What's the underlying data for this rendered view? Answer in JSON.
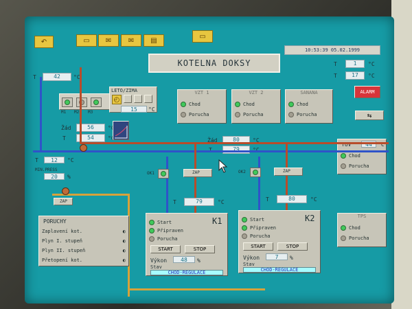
{
  "title": "KOTELNA DOKSY",
  "clock": "10:53:39 05.02.1999",
  "toolbar": {
    "icons": [
      "return-icon",
      "folder-icon",
      "mail-icon",
      "envelope-icon",
      "printer-icon",
      "monitor-icon"
    ]
  },
  "temps": {
    "top_left_t": "42",
    "outdoor_1": "1",
    "outdoor_2": "17",
    "summer_winter_label": "LETO/ZIMA",
    "summer_winter_value": "15",
    "set_temp": "56",
    "actual_temp": "54",
    "set_temp_2": "80",
    "actual_temp_2": "79",
    "left_pipe": "12",
    "min_press_label": "MIN.PRESS",
    "min_press_value": "20",
    "k1_pipe_temp": "79",
    "k2_pipe_temp": "80"
  },
  "labels": {
    "t": "T",
    "zad": "Žád",
    "c": "°C",
    "percent": "%",
    "m1": "M1",
    "m2": "M2",
    "m3": "M3",
    "ok1": "OK1",
    "ok2": "OK2",
    "k1_label": "K1",
    "k2_label": "K2",
    "zap": "ZAP",
    "start": "START",
    "stop": "STOP",
    "vykon": "Výkon",
    "stav": "Stav"
  },
  "status_panels": [
    {
      "title": "VZT 1",
      "items": [
        "Chod",
        "Porucha"
      ]
    },
    {
      "title": "VZT 2",
      "items": [
        "Chod",
        "Porucha"
      ]
    },
    {
      "title": "SANANA",
      "items": [
        "Chod",
        "Porucha"
      ]
    },
    {
      "title": "TUV",
      "value": "44",
      "items": [
        "Chod",
        "Porucha"
      ]
    },
    {
      "title": "TPS",
      "items": [
        "Chod",
        "Porucha"
      ]
    }
  ],
  "faults": {
    "title": "PORUCHY",
    "items": [
      "Zaplavení kot.",
      "Plyn I. stupeň",
      "Plyn II. stupeň",
      "Přetopení kot."
    ]
  },
  "boilers": [
    {
      "name": "K1",
      "items": [
        "Start",
        "Připraven",
        "Porucha"
      ],
      "power": "48",
      "status": "CHOD-REGULACE"
    },
    {
      "name": "K2",
      "items": [
        "Start",
        "Připraven",
        "Porucha"
      ],
      "power": "7",
      "status": "CHOD-REGULACE"
    }
  ],
  "alarm_button": "ALARM",
  "colors": {
    "screen": "#169ba5",
    "pipe_blue": "#2f53c9",
    "pipe_red": "#b84c2a",
    "pipe_orange": "#d7a23a"
  }
}
